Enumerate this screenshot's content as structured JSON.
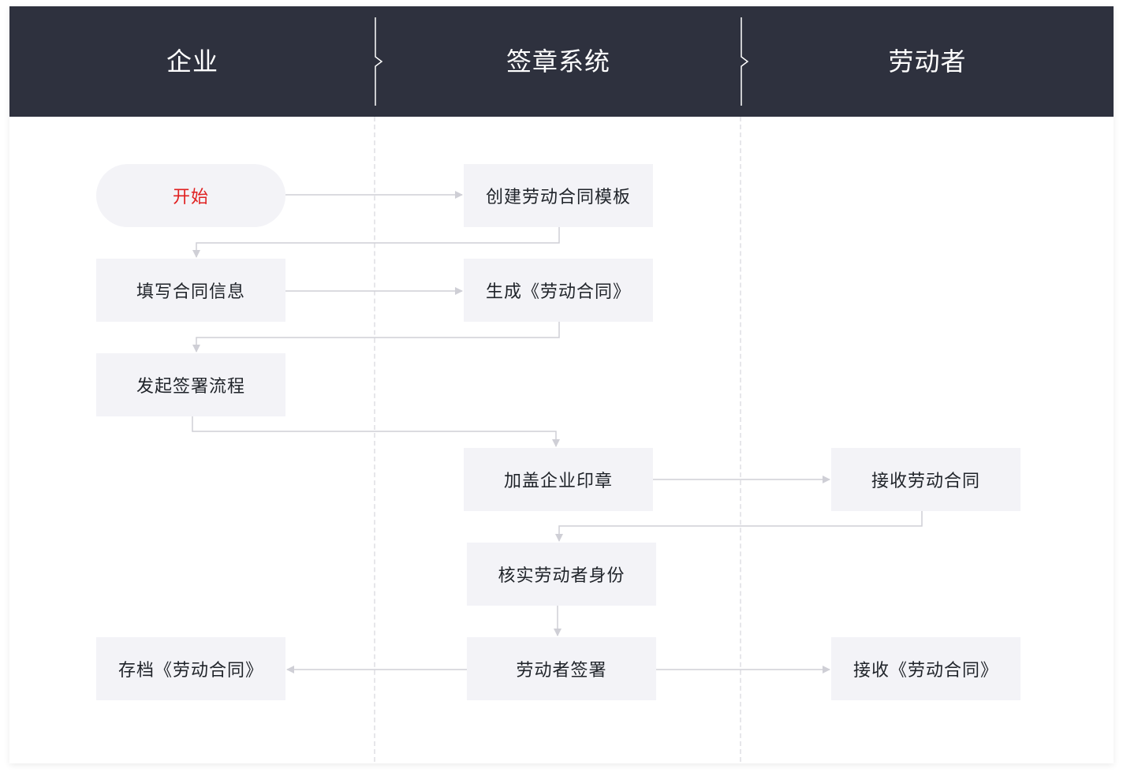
{
  "colors": {
    "header_bg": "#2e313e",
    "node_bg": "#f3f3f7",
    "connector": "#cfcfd6",
    "start_text": "#e02020"
  },
  "lanes": [
    {
      "id": "enterprise",
      "title": "企业"
    },
    {
      "id": "system",
      "title": "签章系统"
    },
    {
      "id": "worker",
      "title": "劳动者"
    }
  ],
  "nodes": {
    "start": "开始",
    "create_template": "创建劳动合同模板",
    "fill_info": "填写合同信息",
    "generate_contract": "生成《劳动合同》",
    "initiate_signing": "发起签署流程",
    "add_seal": "加盖企业印章",
    "receive_contract": "接收劳动合同",
    "verify_identity": "核实劳动者身份",
    "worker_sign": "劳动者签署",
    "archive_contract": "存档《劳动合同》",
    "receive_final": "接收《劳动合同》"
  }
}
